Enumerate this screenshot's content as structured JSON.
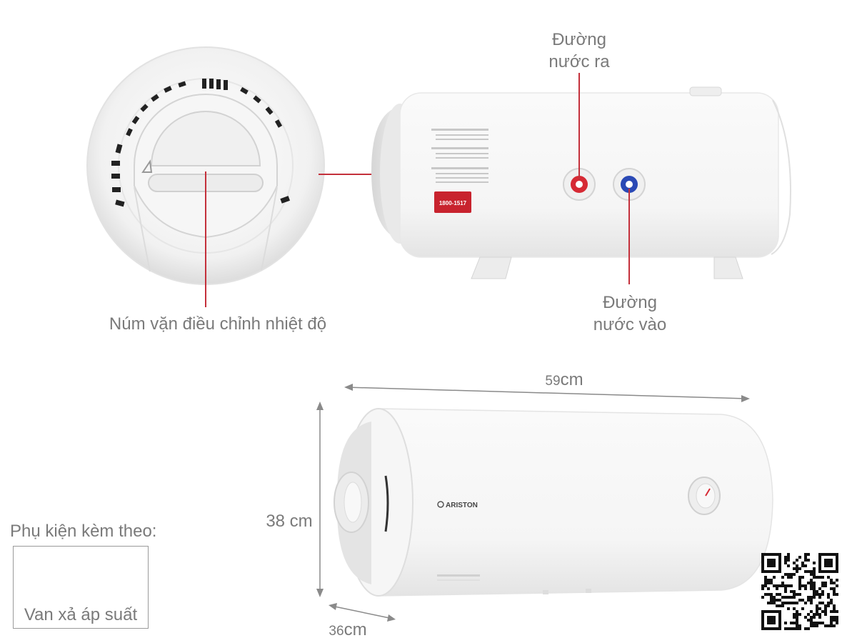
{
  "labels": {
    "outlet": [
      "Đường",
      "nước ra"
    ],
    "inlet": [
      "Đường",
      "nước vào"
    ],
    "knob": "Núm vặn điều chỉnh nhiệt độ",
    "width_value": "59",
    "width_unit": "cm",
    "height_dim": "38 cm",
    "depth_value": "36",
    "depth_unit": "cm"
  },
  "brand": "ARISTON",
  "hotline": "1800-1517",
  "accessory": {
    "title": "Phụ kiện kèm theo:",
    "caption": "Van xả áp suất"
  },
  "colors": {
    "callout_line": "#c4303b",
    "outlet_port": "#d62a34",
    "inlet_port": "#2a49b5",
    "tank": "#f4f4f4",
    "text": "#7a7a7a"
  }
}
